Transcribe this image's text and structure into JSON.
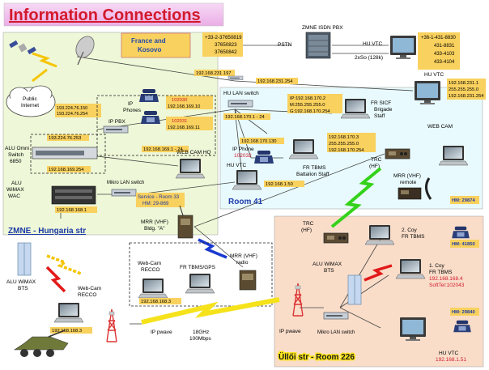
{
  "title": "Information Connections",
  "france_kosovo": {
    "line1": "France and",
    "line2": "Kosovo"
  },
  "france_numbers": [
    "+33-2-37650819",
    "37650823",
    "37650842"
  ],
  "pstn": "PSTN",
  "zmne_isdn_pbx": "ZMNE ISDN PBX",
  "hu_vtc_top": "HU VTC",
  "isdn_rate": "2xSo (128k)",
  "hu_numbers": [
    "+36-1-431-8830",
    "431-8831",
    "433-4103",
    "433-4104"
  ],
  "hu_vtc_right": "HU VTC",
  "hu_vtc_right_ip": [
    "192.168.231.1",
    "255.255.255.0",
    "192.168.231.254"
  ],
  "public_internet": [
    "Public",
    "Internet"
  ],
  "ip_public": [
    "193.224.76.150",
    "193.224.76.254"
  ],
  "ip_193_253": "193.224.76.253",
  "ip_phones": {
    "label1": "IP",
    "label2": "Phones",
    "ext1": "102030",
    "ip1": "192.168.169.10",
    "ext2": "102031",
    "ip2": "192.168.169.11"
  },
  "ip_pbx": "IP PBX",
  "ip_231_197": "192.168.231.197",
  "ip_231_254": "192.168.231.254",
  "ip_169_range": "192.168.169.1 - 24",
  "alu_omni": [
    "ALU Omni",
    "Switch",
    "6850"
  ],
  "ip_169_254": "192.168.169.254",
  "alu_wimax_wac": [
    "ALU",
    "WiMAX",
    "WAC"
  ],
  "ip_168_1": "192.168.168.1",
  "zmne_hungaria": "ZMNE - Hungaria str",
  "webcam_hq": "WEB CAM HQ",
  "mikro_lan": "Mikro LAN switch",
  "service_room": [
    "Service - Room 33",
    "HM: 29-869"
  ],
  "hu_lan_switch": "HU LAN switch",
  "ip_170_range": "192.168.170.1 - 24",
  "fr_sicf_ip": [
    "IP:192.168.170.2",
    "M:255.255.255.0",
    "G:192.168.170.254"
  ],
  "fr_sicf": [
    "FR SICF",
    "Brigade",
    "Staff"
  ],
  "web_cam": "WEB CAM",
  "ip_170_130": "192.168.170.130",
  "ip_phone_room41": [
    "IP Phone",
    "102032"
  ],
  "fr_tbms_ip": [
    "192.168.170.3",
    "255.255.255.0",
    "192.168.170.254"
  ],
  "fr_tbms_room41": [
    "FR TBMS",
    "Battalion Staff"
  ],
  "trc_hf": [
    "TRC",
    "(HF)"
  ],
  "hu_vtc_room41": "HU VTC",
  "ip_168_50": "192.168.1.50",
  "mrr_vhf_remote": [
    "MRR (VHF)",
    "remote"
  ],
  "hm_29874": "HM: 29874",
  "room_41": "Room 41",
  "mrr_bldg": [
    "MRR (VHF)",
    "Bldg. \"A\""
  ],
  "webcam_recco_1": [
    "Web-Cam",
    "RECCO"
  ],
  "fr_tbms_gps": "FR TBMS/GPS",
  "mrr_vhf_radio": [
    "MRR (VHF)",
    "radio"
  ],
  "ip_168_3_mid": "192.168.168.3",
  "alu_wimax_bts_left": [
    "ALU WiMAX",
    "BTS"
  ],
  "webcam_recco_2": [
    "Web-Cam",
    "RECCO"
  ],
  "ip_168_3_left": "192.168.168.3",
  "ip_pwave": "IP pwave",
  "freq": [
    "18GHz",
    "100Mbps"
  ],
  "trc_hf_2": [
    "TRC",
    "(HF)"
  ],
  "coy2": [
    "2. Coy",
    "FR TBMS"
  ],
  "hm_41850": "HM: 41850",
  "alu_wimax_bts_right": [
    "ALU WiMAX",
    "BTS"
  ],
  "coy1": [
    "1. Coy",
    "FR TBMS",
    "192.168.168.4",
    "SoftTel:102043"
  ],
  "hm_29840": "HM: 29840",
  "ip_pwave_right": "IP pwave",
  "mikro_lan_right": "Mikro LAN switch",
  "hu_vtc_bottom": [
    "HU VTC",
    "192.168.1.51"
  ],
  "ulloi": "Üllői str - Room 226"
}
